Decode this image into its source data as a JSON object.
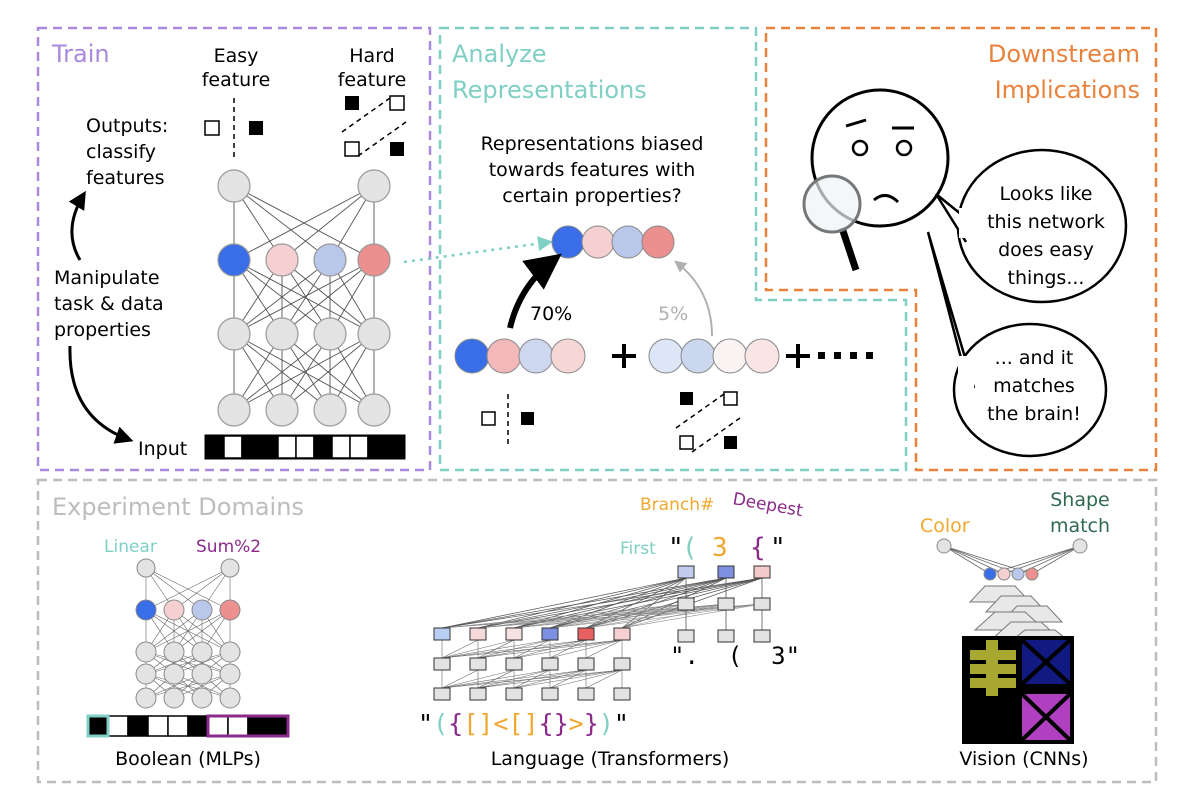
{
  "colors": {
    "train": "#a989dd",
    "analyze": "#7fcfc4",
    "downstream": "#e8823c",
    "experiment": "#bdbdbd",
    "node_gray": "#e3e3e3",
    "blue": "#3a6ee8",
    "light_red": "#f6d0d0",
    "light_blue": "#b9c7ea",
    "red": "#eb8f8f",
    "orange_text": "#f0a830",
    "purple_text": "#8a2a8a",
    "green_text": "#2f6a50"
  },
  "train": {
    "title": "Train",
    "easy_label_1": "Easy",
    "easy_label_2": "feature",
    "hard_label_1": "Hard",
    "hard_label_2": "feature",
    "outputs_1": "Outputs:",
    "outputs_2": "classify",
    "outputs_3": "features",
    "manipulate_1": "Manipulate",
    "manipulate_2": "task & data",
    "manipulate_3": "properties",
    "input_label": "Input"
  },
  "analyze": {
    "title_1": "Analyze",
    "title_2": "Representations",
    "question_1": "Representations biased",
    "question_2": "towards features with",
    "question_3": "certain properties?",
    "pct_big": "70%",
    "pct_small": "5%"
  },
  "downstream": {
    "title_1": "Downstream",
    "title_2": "Implications",
    "bubble1_1": "Looks like",
    "bubble1_2": "this network",
    "bubble1_3": "does easy",
    "bubble1_4": "things...",
    "bubble2_1": "... and it",
    "bubble2_2": "matches",
    "bubble2_3": "the brain!"
  },
  "experiments": {
    "title": "Experiment Domains",
    "boolean": {
      "linear": "Linear",
      "sum2": "Sum%2",
      "caption": "Boolean (MLPs)"
    },
    "language": {
      "branch": "Branch#",
      "deepest": "Deepest",
      "first": "First",
      "open_quote": "\"",
      "first_token": "(",
      "branch_token": "3",
      "deepest_token": "{",
      "close_quote": "\"",
      "output_string": "\".  (  3\"",
      "input_string": "\"({[]<[]{}>})\"",
      "caption": "Language (Transformers)"
    },
    "vision": {
      "color": "Color",
      "shape_1": "Shape",
      "shape_2": "match",
      "caption": "Vision (CNNs)"
    }
  }
}
